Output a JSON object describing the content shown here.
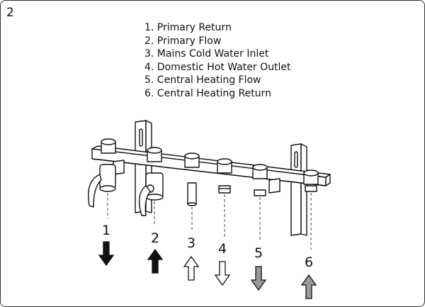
{
  "figure": {
    "number": "2"
  },
  "legend": {
    "items": [
      "1. Primary Return",
      "2. Primary Flow",
      "3. Mains Cold Water Inlet",
      "4. Domestic Hot Water Outlet",
      "5. Central Heating Flow",
      "6. Central Heating Return"
    ]
  },
  "connections": [
    {
      "number": "1",
      "direction": "down",
      "fill": "#111111"
    },
    {
      "number": "2",
      "direction": "up",
      "fill": "#111111"
    },
    {
      "number": "3",
      "direction": "up",
      "fill": "#ffffff"
    },
    {
      "number": "4",
      "direction": "down",
      "fill": "#ffffff"
    },
    {
      "number": "5",
      "direction": "down",
      "fill": "#999999"
    },
    {
      "number": "6",
      "direction": "up",
      "fill": "#999999"
    }
  ]
}
